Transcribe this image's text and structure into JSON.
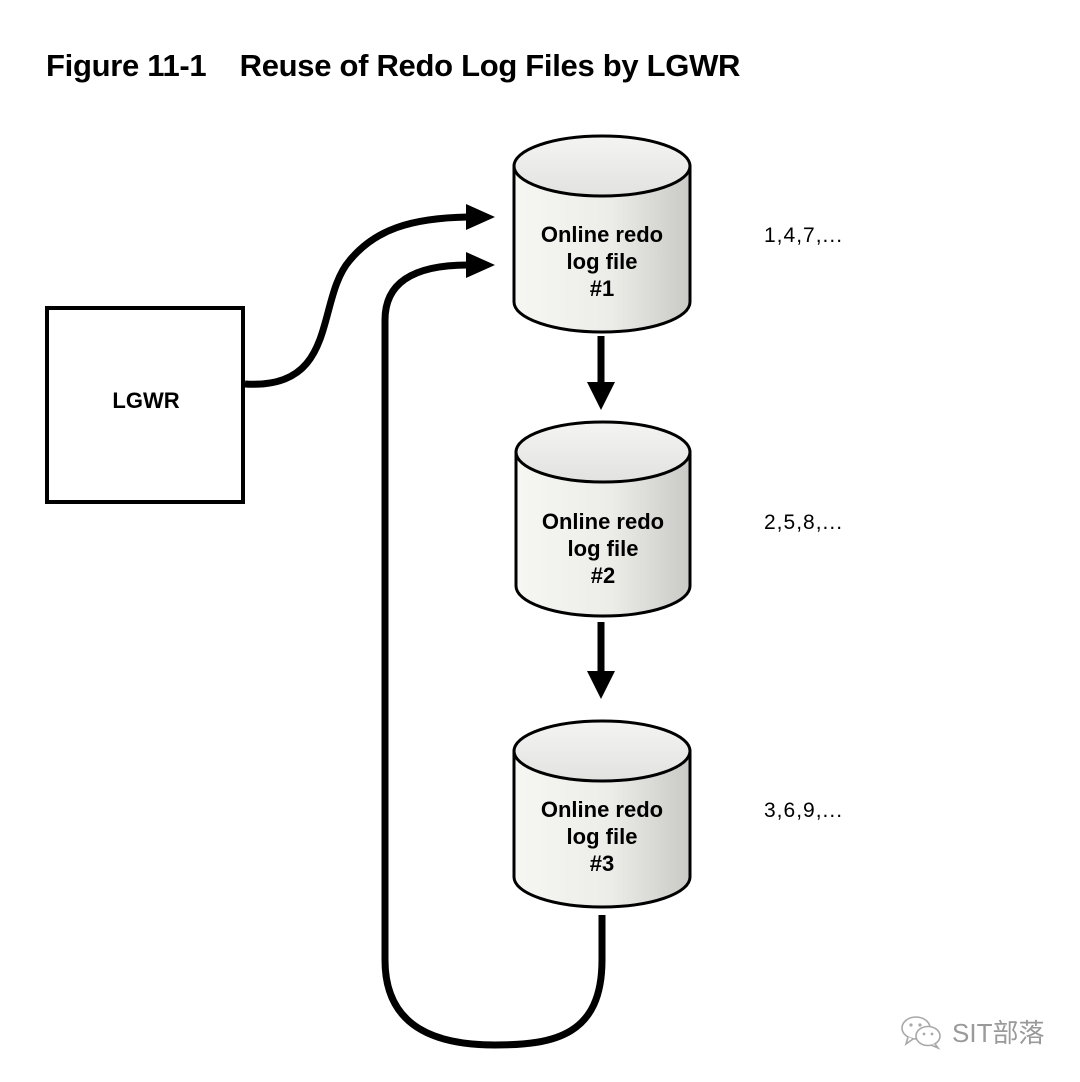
{
  "title": "Figure 11-1    Reuse of Redo Log Files by LGWR",
  "process": {
    "label": "LGWR"
  },
  "log_files": [
    {
      "lines": [
        "Online redo",
        "log file",
        "#1"
      ],
      "sequence": "1,4,7,..."
    },
    {
      "lines": [
        "Online redo",
        "log file",
        "#2"
      ],
      "sequence": "2,5,8,..."
    },
    {
      "lines": [
        "Online redo",
        "log file",
        "#3"
      ],
      "sequence": "3,6,9,..."
    }
  ],
  "watermark": {
    "icon": "wechat-icon",
    "text": "SIT部落"
  }
}
